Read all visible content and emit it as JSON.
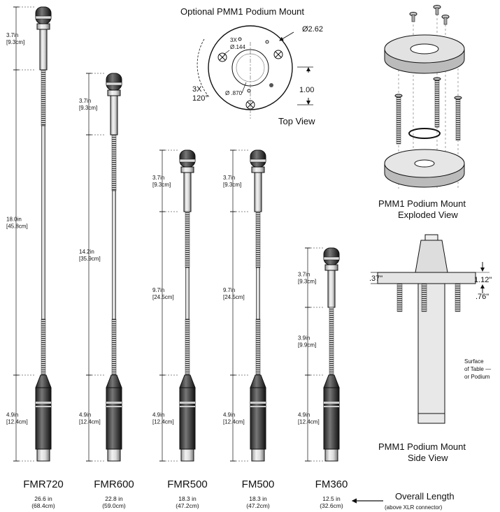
{
  "top_mount": {
    "title": "Optional PMM1 Podium Mount",
    "diameter": "Ø2.62",
    "holes_count": "3X",
    "holes_dia": "Ø.144",
    "center_dia": "Ø .870",
    "angle_count": "3X",
    "angle": "120°",
    "offset": "1.00",
    "view_label": "Top View"
  },
  "exploded": {
    "line1": "PMM1 Podium Mount",
    "line2": "Exploded View"
  },
  "side": {
    "dim_thick": ".37\"",
    "dim_top": "1.12\"",
    "dim_bottom": ".76\"",
    "surface_1": "Surface",
    "surface_2": "of Table —",
    "surface_3": "or Podium",
    "line1": "PMM1 Podium Mount",
    "line2": "Side View"
  },
  "overall": {
    "line1": "Overall Length",
    "line2": "(above XLR connector)"
  },
  "mics": [
    {
      "model": "FMR720",
      "len_in": "26.6 in",
      "len_cm": "(68.4cm)",
      "head_in": "3.7in",
      "head_cm": "[9.3cm]",
      "mid_in": "18.0in",
      "mid_cm": "[45.8cm]",
      "base_in": "4.9in",
      "base_cm": "[12.4cm]"
    },
    {
      "model": "FMR600",
      "len_in": "22.8 in",
      "len_cm": "(59.0cm)",
      "head_in": "3.7in",
      "head_cm": "[9.3cm]",
      "mid_in": "14.2in",
      "mid_cm": "[35.9cm]",
      "base_in": "4.9in",
      "base_cm": "[12.4cm]"
    },
    {
      "model": "FMR500",
      "len_in": "18.3 in",
      "len_cm": "(47.2cm)",
      "head_in": "3.7in",
      "head_cm": "[9.3cm]",
      "mid_in": "9.7in",
      "mid_cm": "[24.5cm]",
      "base_in": "4.9in",
      "base_cm": "[12.4cm]"
    },
    {
      "model": "FM500",
      "len_in": "18.3 in",
      "len_cm": "(47.2cm)",
      "head_in": "3.7in",
      "head_cm": "[9.3cm]",
      "mid_in": "9.7in",
      "mid_cm": "[24.5cm]",
      "base_in": "4.9in",
      "base_cm": "[12.4cm]"
    },
    {
      "model": "FM360",
      "len_in": "12.5 in",
      "len_cm": "(32.6cm)",
      "head_in": "3.7in",
      "head_cm": "[9.3cm]",
      "mid_in": "3.9in",
      "mid_cm": "[9.9cm]",
      "base_in": "4.9in",
      "base_cm": "[12.4cm]"
    }
  ]
}
